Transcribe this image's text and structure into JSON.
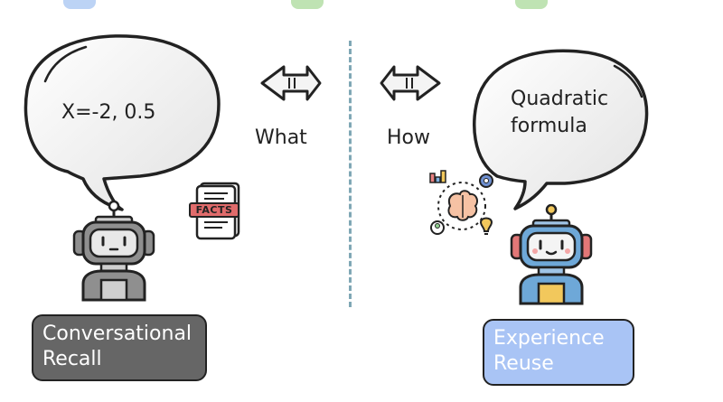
{
  "left_bubble": {
    "text": "X=-2, 0.5"
  },
  "right_bubble": {
    "line1": "Quadratic",
    "line2": "formula"
  },
  "center": {
    "left_word": "What",
    "right_word": "How"
  },
  "facts_badge": "FACTS",
  "left_label": {
    "line1": "Conversational",
    "line2": "Recall"
  },
  "right_label": {
    "line1": "Experience",
    "line2": "Reuse"
  },
  "colors": {
    "outline": "#222222",
    "gray_label": "#666666",
    "blue_label": "#a9c4f5",
    "divider": "#7fa7b5",
    "facts_red": "#e06b6b",
    "robot_gray": "#8f8f8f",
    "robot_blue": "#6ea8d8",
    "top_blue": "#bcd3f5",
    "top_green": "#bfe3b3"
  }
}
